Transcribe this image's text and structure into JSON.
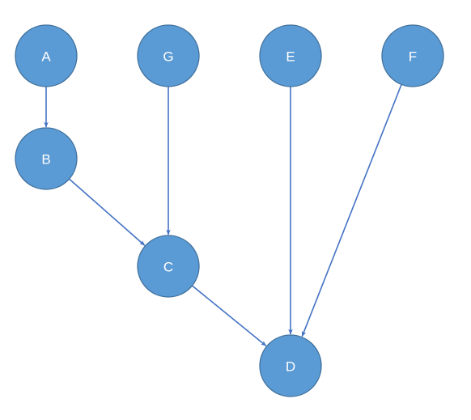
{
  "colors": {
    "node_fill": "#5b9bd5",
    "node_stroke": "#41719c",
    "edge": "#4472c4",
    "label": "#ffffff"
  },
  "nodes": [
    {
      "id": "A",
      "label": "A"
    },
    {
      "id": "G",
      "label": "G"
    },
    {
      "id": "E",
      "label": "E"
    },
    {
      "id": "F",
      "label": "F"
    },
    {
      "id": "B",
      "label": "B"
    },
    {
      "id": "C",
      "label": "C"
    },
    {
      "id": "D",
      "label": "D"
    }
  ],
  "edges": [
    {
      "from": "A",
      "to": "B"
    },
    {
      "from": "B",
      "to": "C"
    },
    {
      "from": "G",
      "to": "C"
    },
    {
      "from": "C",
      "to": "D"
    },
    {
      "from": "E",
      "to": "D"
    },
    {
      "from": "F",
      "to": "D"
    }
  ]
}
